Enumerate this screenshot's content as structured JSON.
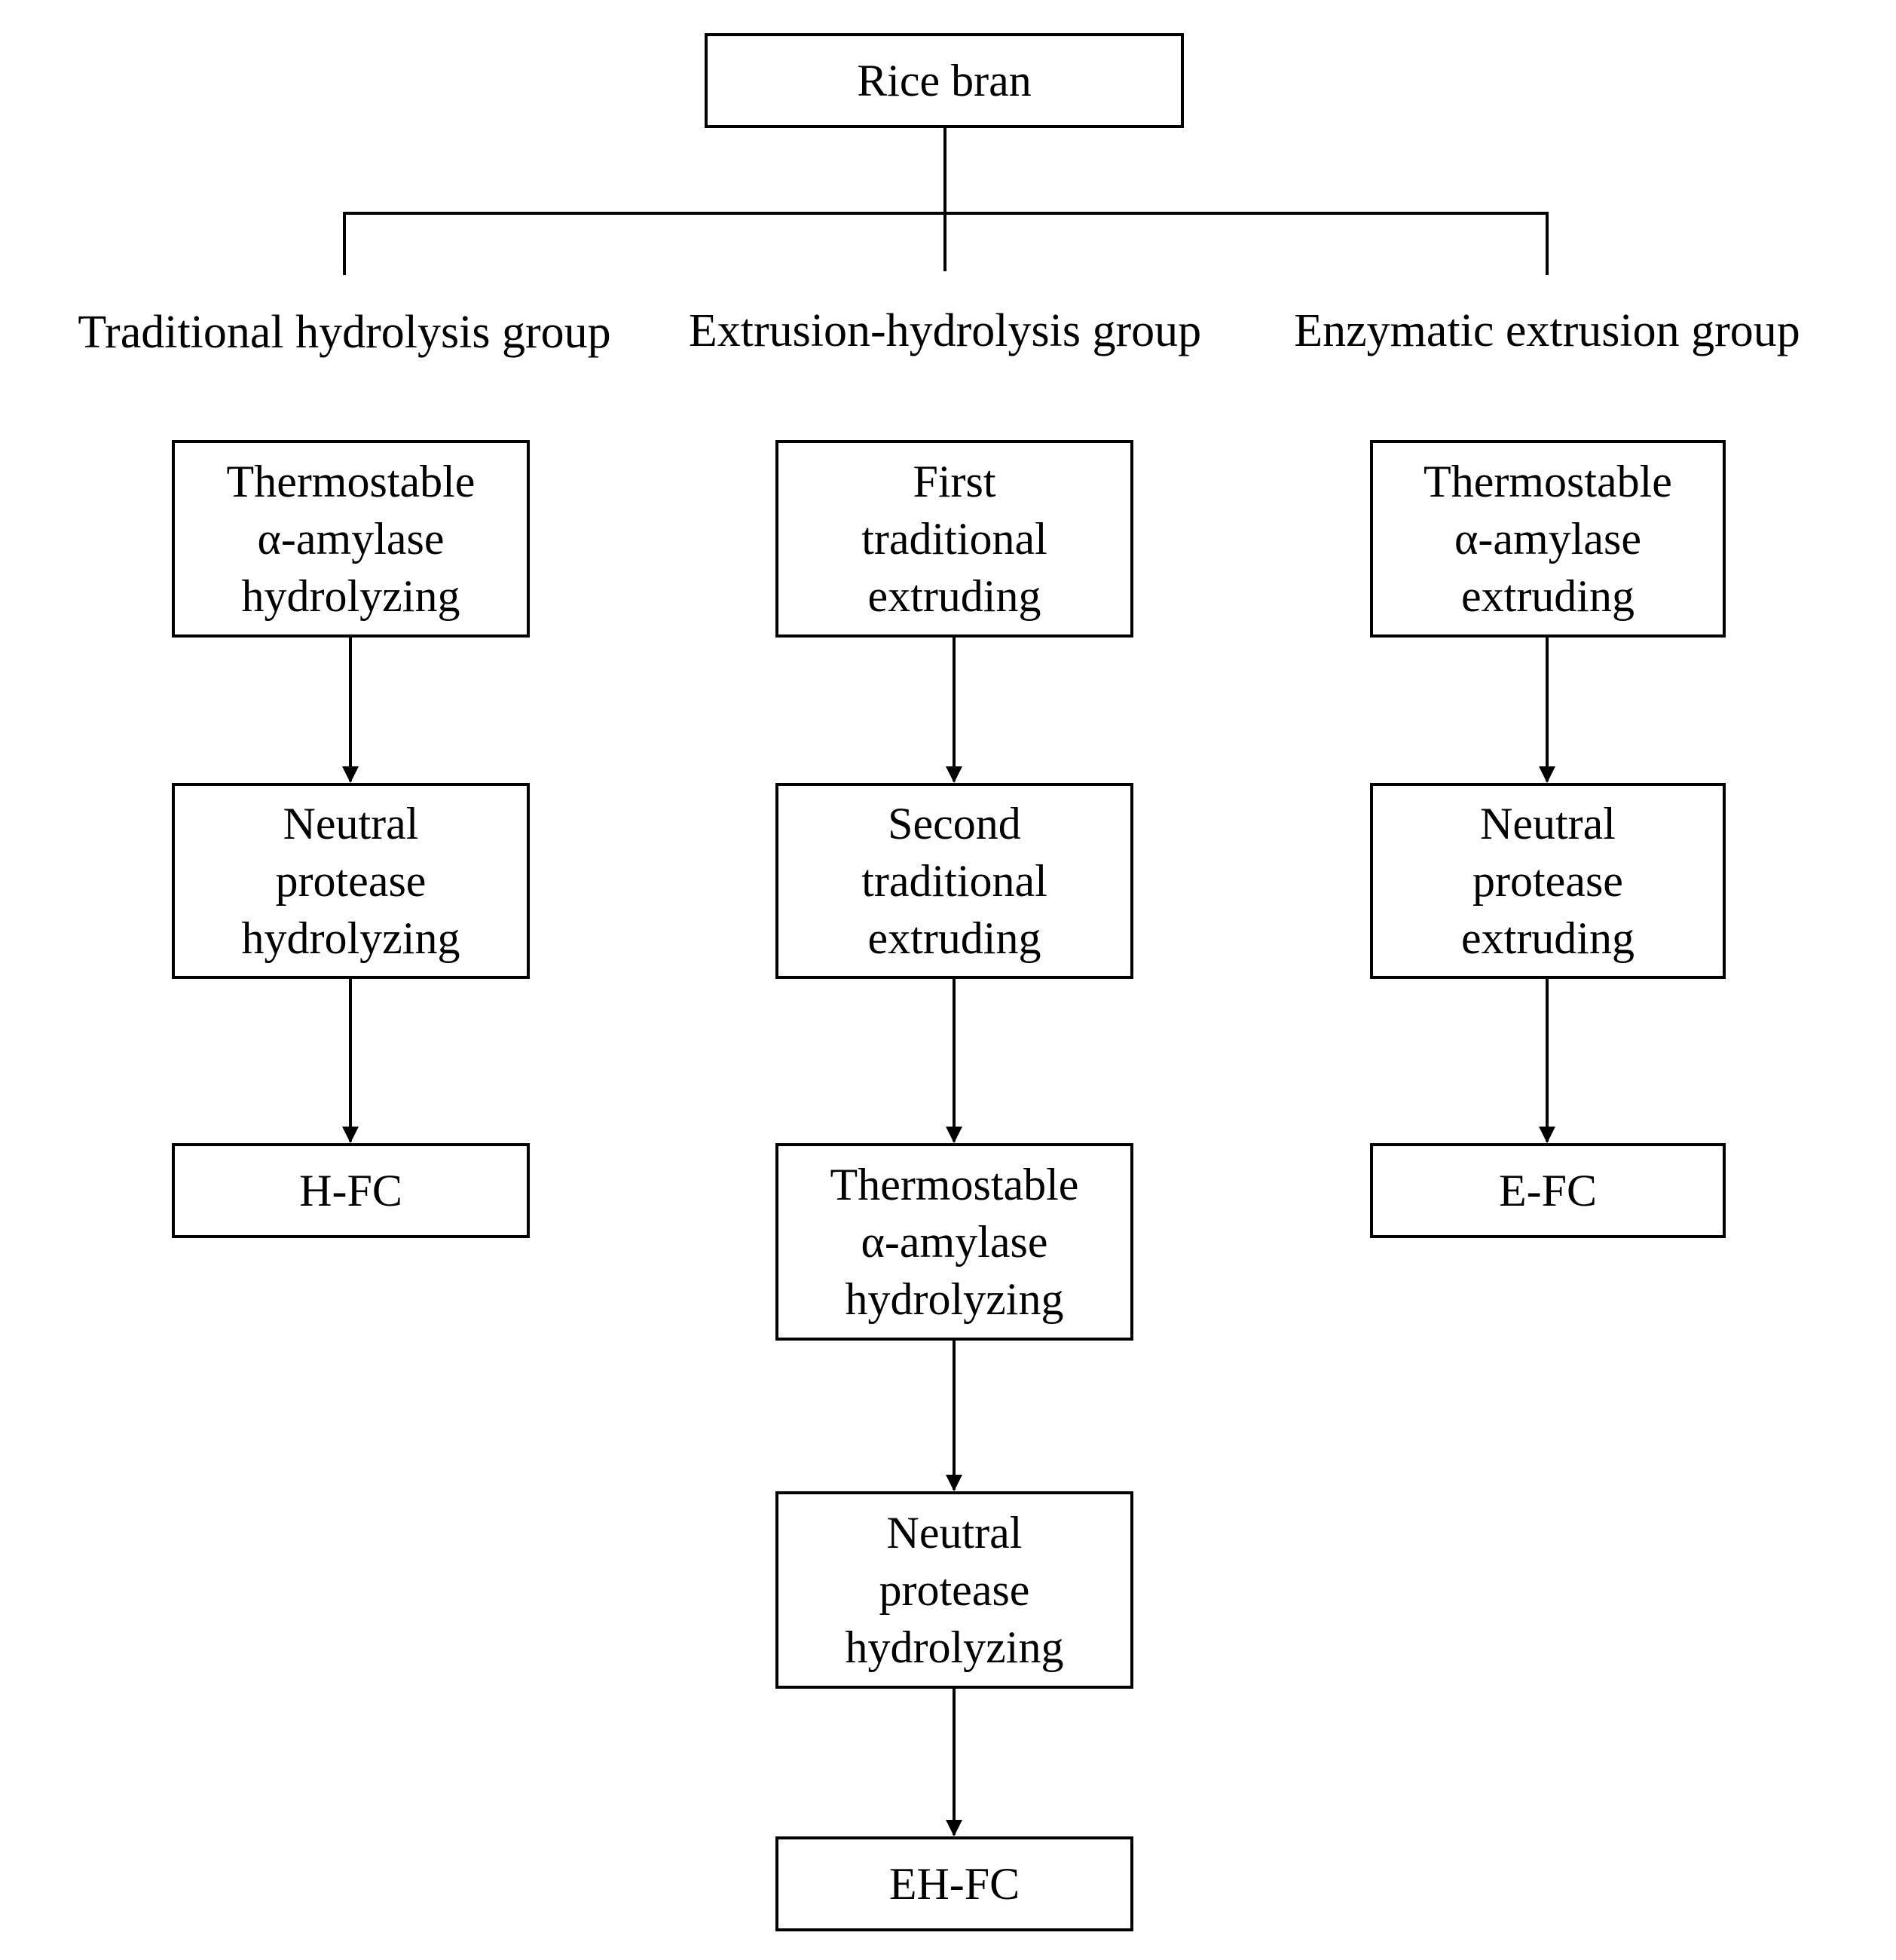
{
  "root": {
    "label": "Rice bran"
  },
  "groups": [
    {
      "label": "Traditional hydrolysis group",
      "steps": [
        "Thermostable\nα-amylase\nhydrolyzing",
        "Neutral\nprotease\nhydrolyzing"
      ],
      "product": "H-FC"
    },
    {
      "label": "Extrusion-hydrolysis group",
      "steps": [
        "First\ntraditional\nextruding",
        "Second\ntraditional\nextruding",
        "Thermostable\nα-amylase\nhydrolyzing",
        "Neutral\nprotease\nhydrolyzing"
      ],
      "product": "EH-FC"
    },
    {
      "label": "Enzymatic extrusion group",
      "steps": [
        "Thermostable\nα-amylase\nextruding",
        "Neutral\nprotease\nextruding"
      ],
      "product": "E-FC"
    }
  ]
}
